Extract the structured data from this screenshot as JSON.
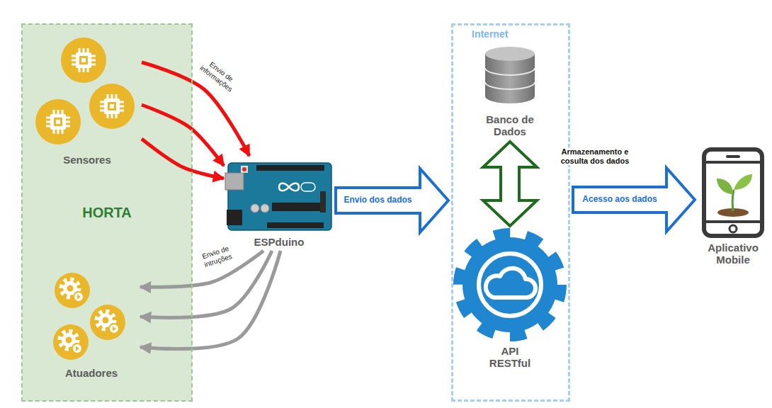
{
  "diagram": {
    "nodes": [
      {
        "text": [
          "HORTA"
        ]
      },
      {
        "text": [
          "Sensores"
        ],
        "in": 0
      },
      {
        "text": [
          "Atuadores"
        ],
        "in": 0
      },
      {
        "text": [
          "ESPduino"
        ]
      },
      {
        "text": [
          "Internet"
        ]
      },
      {
        "text": [
          "Banco de Dados"
        ],
        "in": 4
      },
      {
        "text": [
          "API RESTful"
        ],
        "in": 4
      },
      {
        "text": [
          "Aplicativo Mobile"
        ]
      }
    ],
    "edges": [
      {
        "from": 1,
        "to": 3,
        "arrow": "to",
        "label": "Envio de informações"
      },
      {
        "from": 1,
        "to": 3,
        "arrow": "to"
      },
      {
        "from": 1,
        "to": 3,
        "arrow": "to"
      },
      {
        "from": 3,
        "to": 2,
        "arrow": "to",
        "label": "Envio de intruções"
      },
      {
        "from": 3,
        "to": 2,
        "arrow": "to"
      },
      {
        "from": 3,
        "to": 2,
        "arrow": "to"
      },
      {
        "from": 3,
        "to": 4,
        "arrow": "to",
        "label": "Envio dos dados"
      },
      {
        "from": 5,
        "to": 6,
        "arrow": "both",
        "label": "Armazenamento e cosulta dos dados"
      },
      {
        "from": 4,
        "to": 7,
        "arrow": "to",
        "label": "Acesso aos dados"
      }
    ]
  }
}
